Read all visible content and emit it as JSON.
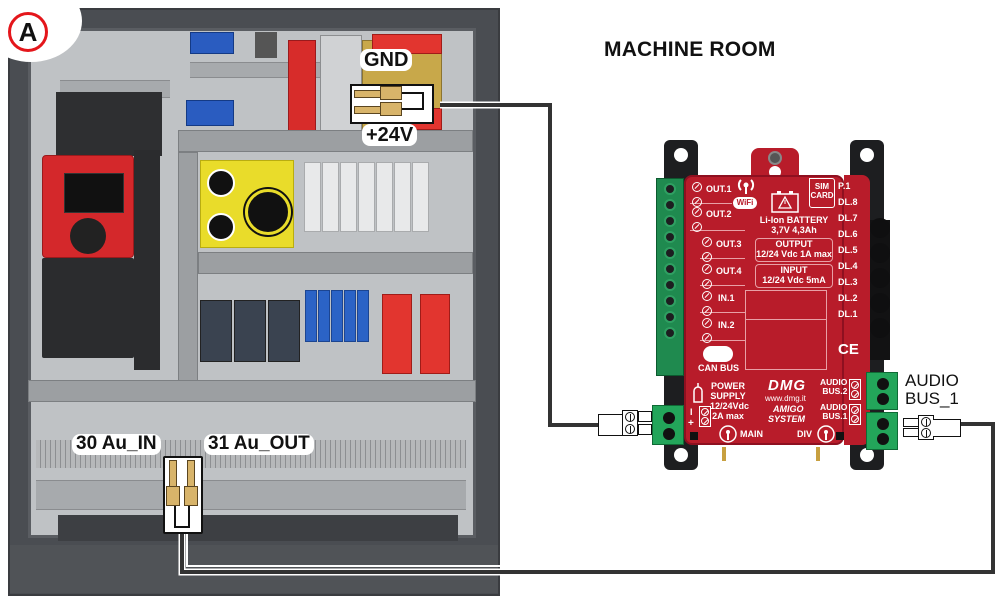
{
  "badge": {
    "letter": "A",
    "ring_color": "#e4161b"
  },
  "title": "MACHINE ROOM",
  "panel_labels": {
    "gnd": "GND",
    "plus24": "+24V",
    "au_in": "30 Au_IN",
    "au_out": "31 Au_OUT"
  },
  "audio_bus_label": [
    "AUDIO",
    "BUS_1"
  ],
  "device": {
    "brand": "DMG",
    "website": "www.dmg.it",
    "product": [
      "AMIGO",
      "SYSTEM"
    ],
    "body_color": "#b81c2a",
    "left_outputs": [
      "OUT.1",
      "OUT.2",
      "OUT.3",
      "OUT.4"
    ],
    "left_inputs": [
      "IN.1",
      "IN.2"
    ],
    "wifi": "WiFi",
    "sim": [
      "SIM",
      "CARD"
    ],
    "battery": [
      "Li-Ion BATTERY",
      "3,7V 4,3Ah"
    ],
    "output_box": [
      "OUTPUT",
      "12/24 Vdc 1A max"
    ],
    "input_box": [
      "INPUT",
      "12/24 Vdc 5mA"
    ],
    "right_labels": [
      "P.1",
      "DL.8",
      "DL.7",
      "DL.6",
      "DL.5",
      "DL.4",
      "DL.3",
      "DL.2",
      "DL.1"
    ],
    "ce": "CE",
    "can_bus": "CAN BUS",
    "power_supply": [
      "POWER",
      "SUPPLY",
      "12/24Vdc",
      "2A max"
    ],
    "audio_bus_2": [
      "AUDIO",
      "BUS.2"
    ],
    "audio_bus_1": [
      "AUDIO",
      "BUS.1"
    ],
    "antenna_main": "MAIN",
    "antenna_div": "DIV",
    "polarity": [
      "I",
      "+"
    ]
  },
  "colors": {
    "cable": "#333333",
    "plug": "#d8b46a",
    "terminal_green": "#23a55a"
  }
}
